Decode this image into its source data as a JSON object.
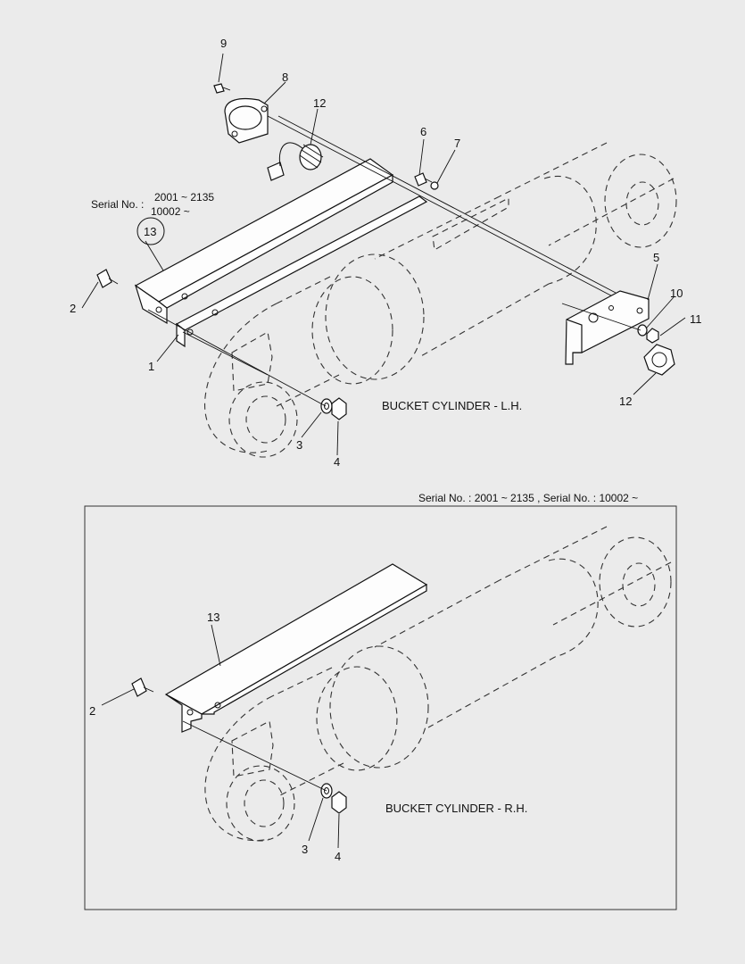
{
  "top_view": {
    "caption": "BUCKET CYLINDER - L.H.",
    "serial_prefix": "Serial No. :",
    "serial_line1": "2001 ~ 2135",
    "serial_line2": "10002 ~",
    "callouts": {
      "c9": "9",
      "c8": "8",
      "c12a": "12",
      "c6": "6",
      "c7": "7",
      "c13": "13",
      "c2": "2",
      "c5": "5",
      "c10": "10",
      "c11": "11",
      "c1": "1",
      "c12b": "12",
      "c3": "3",
      "c4": "4"
    }
  },
  "bottom_view": {
    "caption": "BUCKET CYLINDER - R.H.",
    "serial_text": "Serial No. : 2001 ~ 2135  ,  Serial No. : 10002 ~",
    "callouts": {
      "c13": "13",
      "c2": "2",
      "c3": "3",
      "c4": "4"
    }
  },
  "colors": {
    "background": "#ebebeb",
    "line": "#111111",
    "frame": "#333333"
  }
}
